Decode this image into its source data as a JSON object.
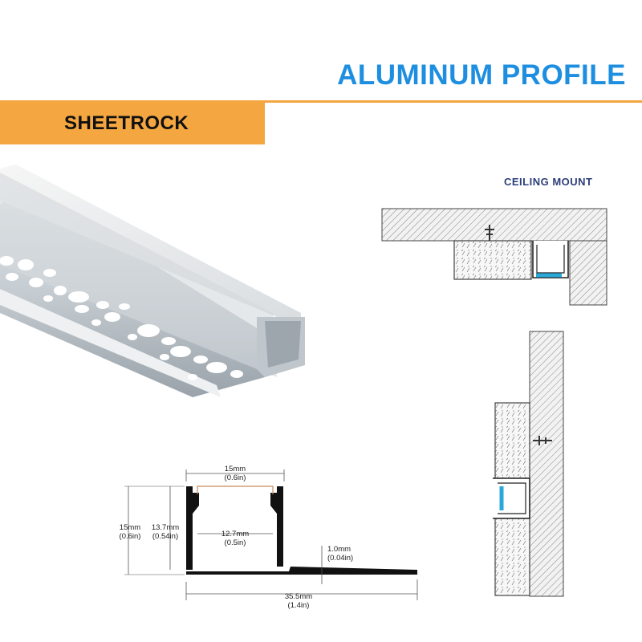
{
  "header": {
    "title": "ALUMINUM PROFILE",
    "tag_label": "SHEETROCK",
    "accent_color": "#f4a640",
    "title_color": "#1e8fe0"
  },
  "ceiling_mount": {
    "label": "CEILING MOUNT"
  },
  "dimensions": {
    "top_width_mm": "15mm",
    "top_width_in": "(0.6in)",
    "height_mm": "15mm",
    "height_in": "(0.6in)",
    "inner_height_mm": "13.7mm",
    "inner_height_in": "(0.54in)",
    "inner_width_mm": "12.7mm",
    "inner_width_in": "(0.5in)",
    "thickness_mm": "1.0mm",
    "thickness_in": "(0.04in)",
    "total_width_mm": "35.5mm",
    "total_width_in": "(1.4in)"
  },
  "led_color": "#2aa8d8"
}
